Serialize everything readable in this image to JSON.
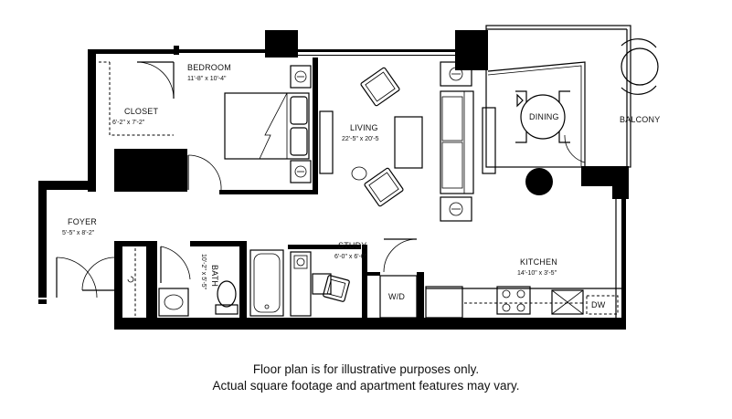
{
  "rooms": {
    "bedroom": {
      "name": "BEDROOM",
      "size": "11'-8\" x 10'-4\""
    },
    "closet": {
      "name": "CLOSET",
      "size": "6'-2\" x 7'-2\""
    },
    "living": {
      "name": "LIVING",
      "size": "22'-5\" x 20'-5"
    },
    "dining": {
      "name": "DINING"
    },
    "balcony": {
      "name": "BALCONY"
    },
    "foyer": {
      "name": "FOYER",
      "size": "5'-5\" x 8'-2\""
    },
    "study": {
      "name": "STUDY",
      "size": "6'-0\" x 6'-0\""
    },
    "bath": {
      "name": "BATH",
      "size": "10'-2\" x 5'-5\""
    },
    "kitchen": {
      "name": "KITCHEN",
      "size": "14'-10\" x 3'-5\""
    }
  },
  "appliances": {
    "washer_dryer": "W/D",
    "dishwasher": "DW"
  },
  "disclaimer": {
    "line1": "Floor plan is for illustrative purposes only.",
    "line2": "Actual square footage and apartment features may vary."
  }
}
